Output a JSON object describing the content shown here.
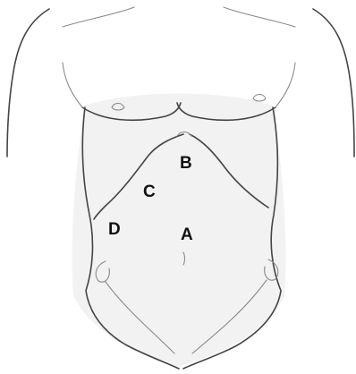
{
  "diagram": {
    "labels": {
      "a": "A",
      "b": "B",
      "c": "C",
      "d": "D"
    },
    "colors": {
      "line": "#444444",
      "soft_line": "#8a8a8a",
      "label": "#111111",
      "background": "#ffffff"
    }
  }
}
